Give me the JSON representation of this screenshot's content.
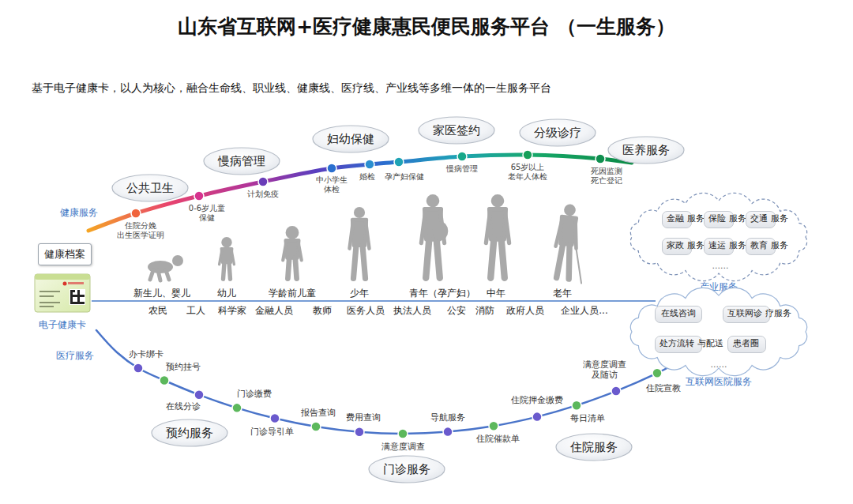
{
  "diagram": {
    "title": "山东省互联网+医疗健康惠民便民服务平台 （一生服务）",
    "nodes": [
      {
        "text": [
          "健康档案"
        ]
      },
      {
        "text": [
          "电子健康卡"
        ]
      },
      {
        "text": [
          "公共卫生"
        ]
      },
      {
        "text": [
          "慢病管理"
        ]
      },
      {
        "text": [
          "妇幼保健"
        ]
      },
      {
        "text": [
          "家医签约"
        ]
      },
      {
        "text": [
          "分级诊疗"
        ]
      },
      {
        "text": [
          "医养服务"
        ]
      },
      {
        "text": [
          "产业服务"
        ]
      },
      {
        "text": [
          "金融 服务"
        ],
        "in": 8
      },
      {
        "text": [
          "保险 服务"
        ],
        "in": 8
      },
      {
        "text": [
          "交通 服务"
        ],
        "in": 8
      },
      {
        "text": [
          "家政 服务"
        ],
        "in": 8
      },
      {
        "text": [
          "速运 服务"
        ],
        "in": 8
      },
      {
        "text": [
          "教育 服务"
        ],
        "in": 8
      },
      {
        "text": [
          "互联网医院服务"
        ]
      },
      {
        "text": [
          "在线咨询"
        ],
        "in": 15
      },
      {
        "text": [
          "互联网诊 疗服务"
        ],
        "in": 15
      },
      {
        "text": [
          "处方流转 与配送"
        ],
        "in": 15
      },
      {
        "text": [
          "患者圈"
        ],
        "in": 15
      },
      {
        "text": [
          "预约服务"
        ]
      },
      {
        "text": [
          "门诊服务"
        ]
      },
      {
        "text": [
          "住院服务"
        ]
      }
    ],
    "labels": [
      "基于电子健康卡，以人为核心，融合生命线、职业线、健康线、医疗线、产业线等多维一体的一生服务平台",
      "健康服务",
      "住院分娩 出生医学证明",
      "0-6岁儿童 保健",
      "计划免疫",
      "中小学生 体检",
      "婚检",
      "孕产妇保健",
      "慢病管理",
      "65岁以上 老年人体检",
      "死因监测 死亡登记",
      "新生儿、婴儿",
      "幼儿",
      "学龄前儿童",
      "少年",
      "青年（孕产妇）",
      "中年",
      "老年",
      "农民",
      "工人",
      "科学家",
      "金融人员",
      "教师",
      "医务人员",
      "执法人员",
      "公安",
      "消防",
      "政府人员",
      "企业人员...",
      "......",
      "......",
      "医疗服务",
      "办卡绑卡",
      "预约挂号",
      "在线分诊",
      "门诊缴费",
      "门诊导引单",
      "报告查询",
      "费用查询",
      "满意度调查",
      "导航服务",
      "住院催款单",
      "住院押金缴费",
      "每日清单",
      "满意度调查 及随访",
      "住院宣教"
    ]
  }
}
